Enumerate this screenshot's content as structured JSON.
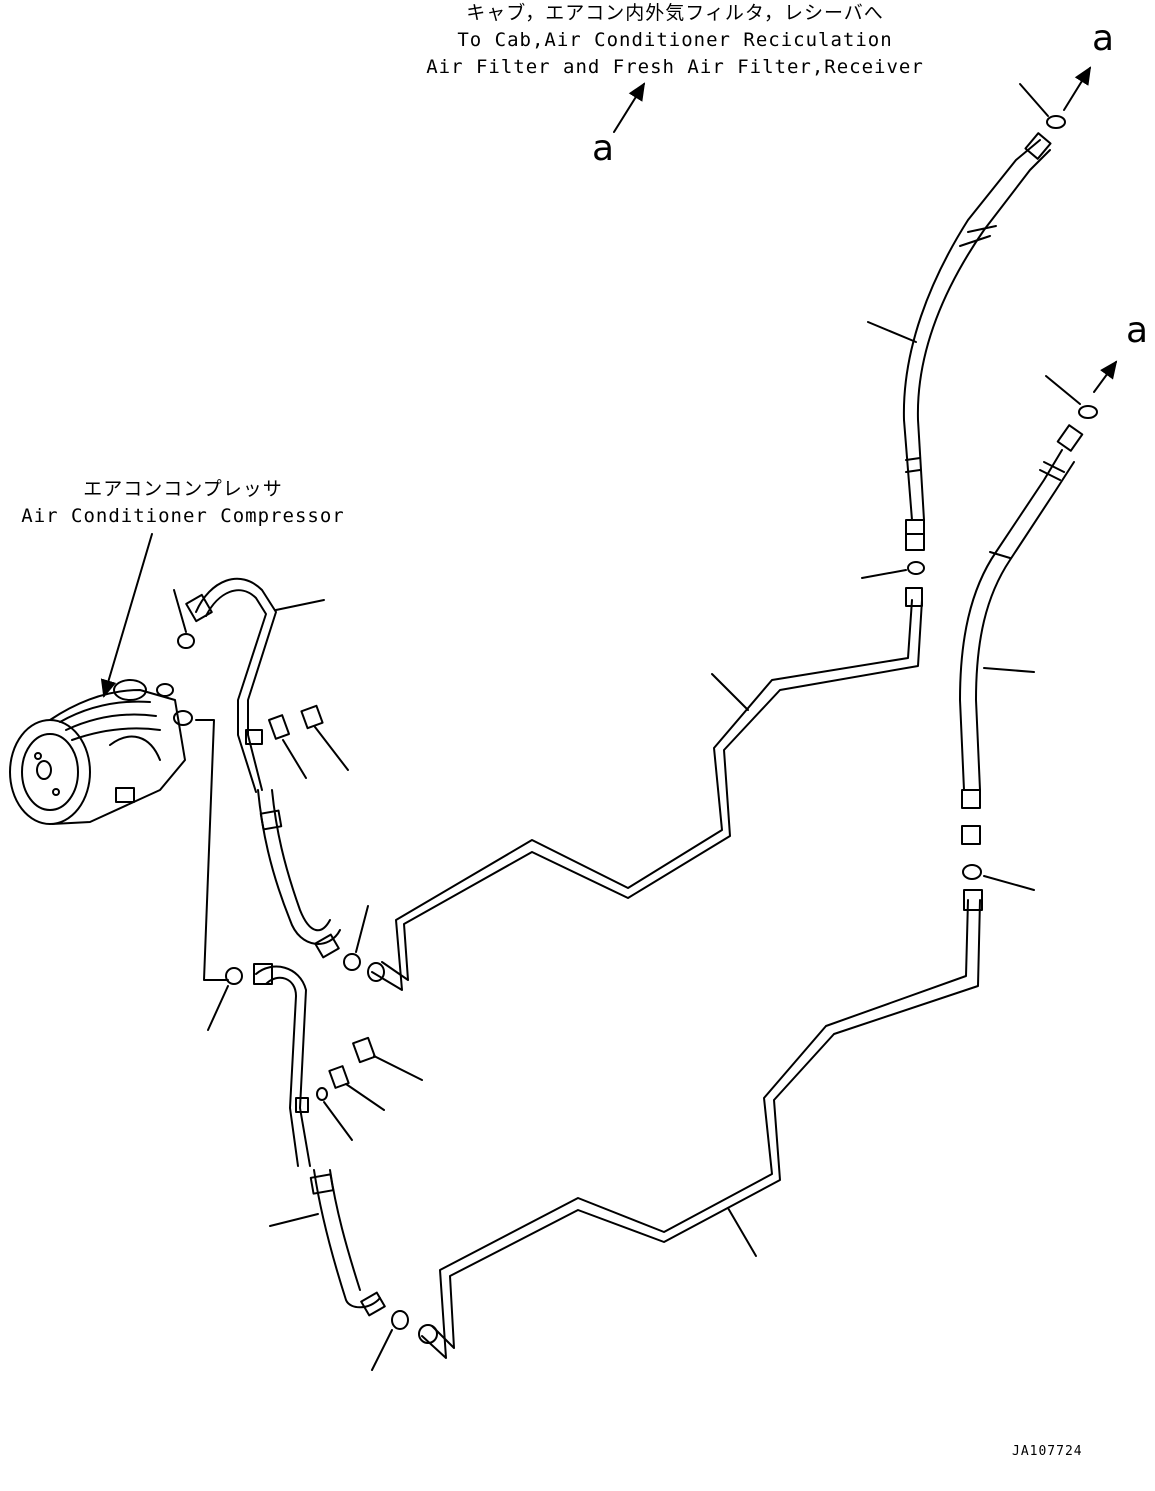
{
  "top_label": {
    "jp": "キャブ，エアコン内外気フィルタ，レシーバへ",
    "en_line1": "To Cab,Air Conditioner Reciculation",
    "en_line2": "Air Filter and Fresh Air Filter,Receiver"
  },
  "compressor_label": {
    "jp": "エアコンコンプレッサ",
    "en": "Air Conditioner Compressor"
  },
  "callouts": {
    "a_center": "a",
    "a_top_right": "a",
    "a_right": "a"
  },
  "drawing_number": "JA107724"
}
